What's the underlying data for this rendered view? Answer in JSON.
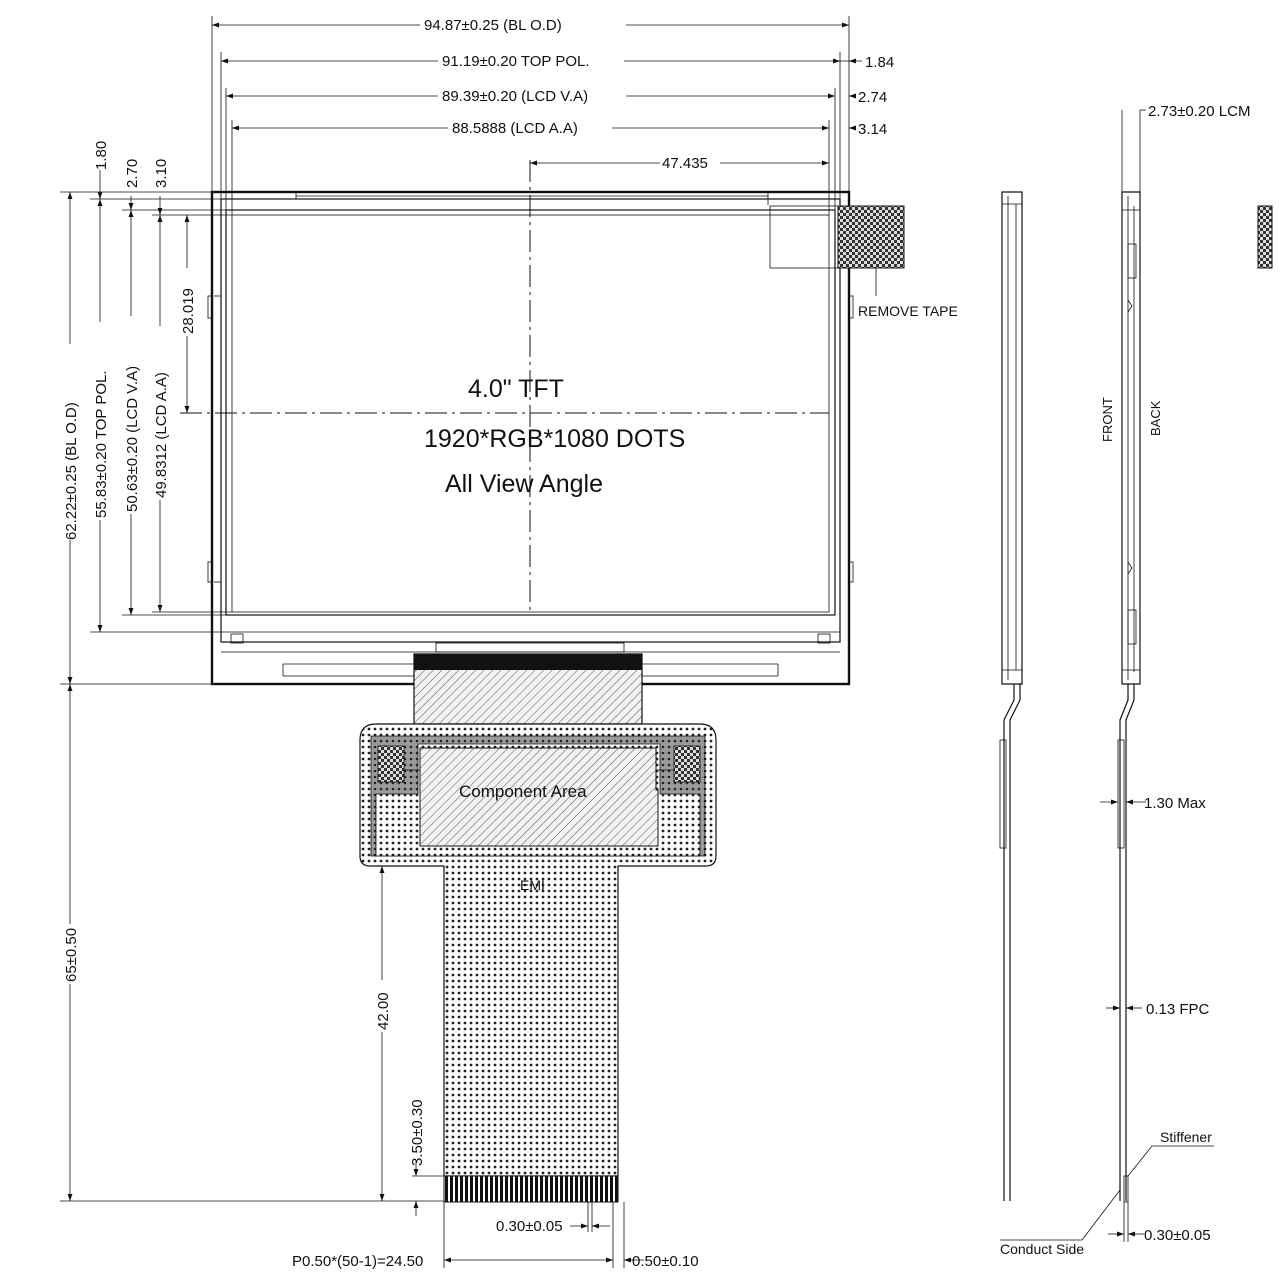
{
  "panel": {
    "size_label": "4.0\" TFT",
    "resolution_label": "1920*RGB*1080 DOTS",
    "view_label": "All View Angle"
  },
  "dims_top": {
    "bl_od": "94.87±0.25 (BL O.D)",
    "top_pol": "91.19±0.20 TOP POL.",
    "lcd_va": "89.39±0.20 (LCD V.A)",
    "lcd_aa": "88.5888 (LCD A.A)",
    "center": "47.435",
    "off1": "1.84",
    "off2": "2.74",
    "off3": "3.14"
  },
  "dims_left": {
    "bl_od": "62.22±0.25 (BL O.D)",
    "top_pol": "55.83±0.20 TOP POL.",
    "lcd_va": "50.63±0.20 (LCD V.A)",
    "lcd_aa": "49.8312 (LCD A.A)",
    "center": "28.019",
    "off1": "1.80",
    "off2": "2.70",
    "off3": "3.10",
    "fpc_total": "65±0.50"
  },
  "fpc": {
    "remove_tape": "REMOVE TAPE",
    "component_area": "Component Area",
    "emi": "EMI",
    "length": "42.00",
    "stiff_len": "3.50±0.30",
    "pin_width": "0.30±0.05",
    "pitch": "P0.50*(50-1)=24.50",
    "edge": "0.50±0.10"
  },
  "side": {
    "front": "FRONT",
    "back": "BACK",
    "lcm_thk": "2.73±0.20 LCM",
    "max_thk": "1.30 Max",
    "fpc_thk": "0.13 FPC",
    "stiffener": "Stiffener",
    "conduct_side": "Conduct Side",
    "stiff_thk": "0.30±0.05"
  }
}
